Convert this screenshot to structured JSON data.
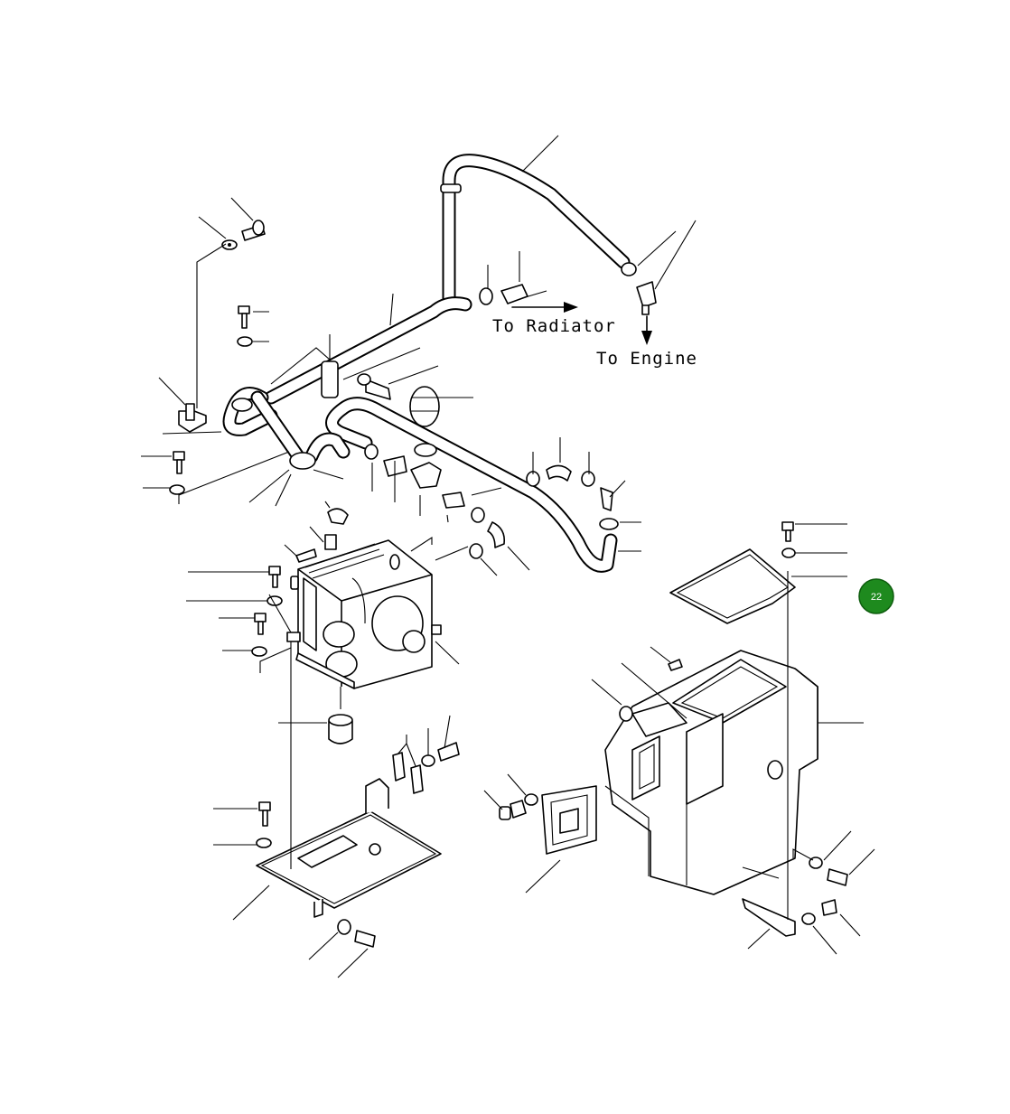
{
  "labels": {
    "to_radiator": "To Radiator",
    "to_engine": "To Engine"
  },
  "page_badge": {
    "number": "22",
    "color": "#1e8a1e"
  }
}
